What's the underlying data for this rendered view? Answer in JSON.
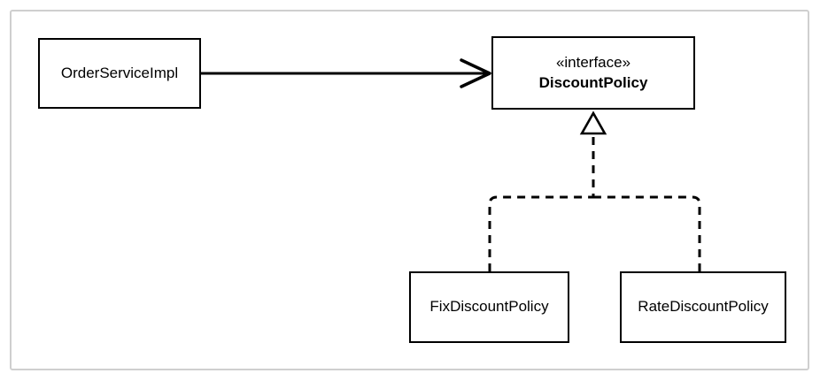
{
  "diagram": {
    "kind": "uml-class-diagram",
    "nodes": {
      "order_service": {
        "label": "OrderServiceImpl",
        "shape": "class-box"
      },
      "discount_policy": {
        "stereotype": "«interface»",
        "label": "DiscountPolicy",
        "shape": "interface-box"
      },
      "fix_discount": {
        "label": "FixDiscountPolicy",
        "shape": "class-box"
      },
      "rate_discount": {
        "label": "RateDiscountPolicy",
        "shape": "class-box"
      }
    },
    "edges": [
      {
        "from": "OrderServiceImpl",
        "to": "DiscountPolicy",
        "type": "dependency",
        "line": "solid",
        "arrowhead": "open-v"
      },
      {
        "from": "FixDiscountPolicy",
        "to": "DiscountPolicy",
        "type": "realization",
        "line": "dashed",
        "arrowhead": "hollow-triangle"
      },
      {
        "from": "RateDiscountPolicy",
        "to": "DiscountPolicy",
        "type": "realization",
        "line": "dashed",
        "arrowhead": "hollow-triangle"
      }
    ],
    "colors": {
      "line": "#000000",
      "box_fill": "#ffffff",
      "background": "#ffffff",
      "frame_border": "#cfcfcf"
    }
  }
}
